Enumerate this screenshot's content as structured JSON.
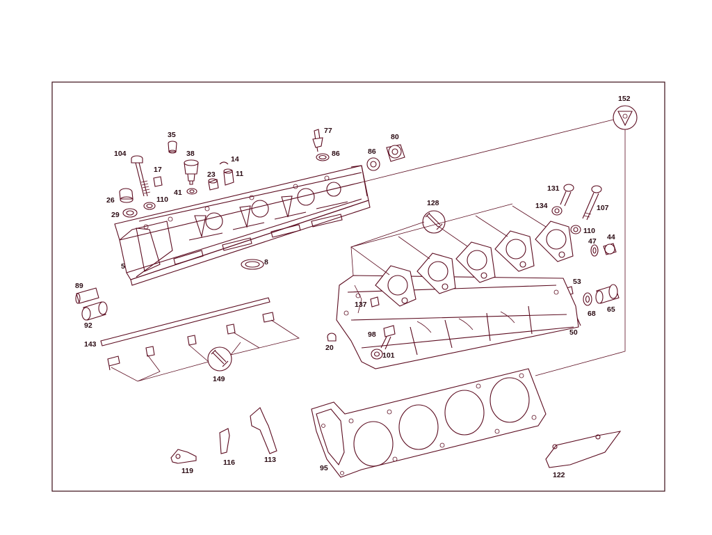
{
  "colors": {
    "line": "#5a0a1e",
    "text": "#2a0a12",
    "background": "#ffffff"
  },
  "labels": {
    "l5": "5",
    "l8": "8",
    "l11": "11",
    "l14": "14",
    "l17": "17",
    "l20": "20",
    "l23": "23",
    "l26": "26",
    "l29": "29",
    "l35": "35",
    "l38": "38",
    "l41": "41",
    "l44": "44",
    "l47": "47",
    "l50": "50",
    "l53": "53",
    "l65": "65",
    "l68": "68",
    "l77": "77",
    "l80": "80",
    "l86a": "86",
    "l86b": "86",
    "l89": "89",
    "l92": "92",
    "l95": "95",
    "l98": "98",
    "l101": "101",
    "l104": "104",
    "l107": "107",
    "l110a": "110",
    "l110b": "110",
    "l113": "113",
    "l116": "116",
    "l119": "119",
    "l122": "122",
    "l128": "128",
    "l131": "131",
    "l134": "134",
    "l137": "137",
    "l143": "143",
    "l149": "149",
    "l152": "152"
  },
  "icons": {
    "tool_128": "wrench-icon",
    "tool_149": "wrench-icon",
    "tool_152": "socket-tool-icon"
  }
}
